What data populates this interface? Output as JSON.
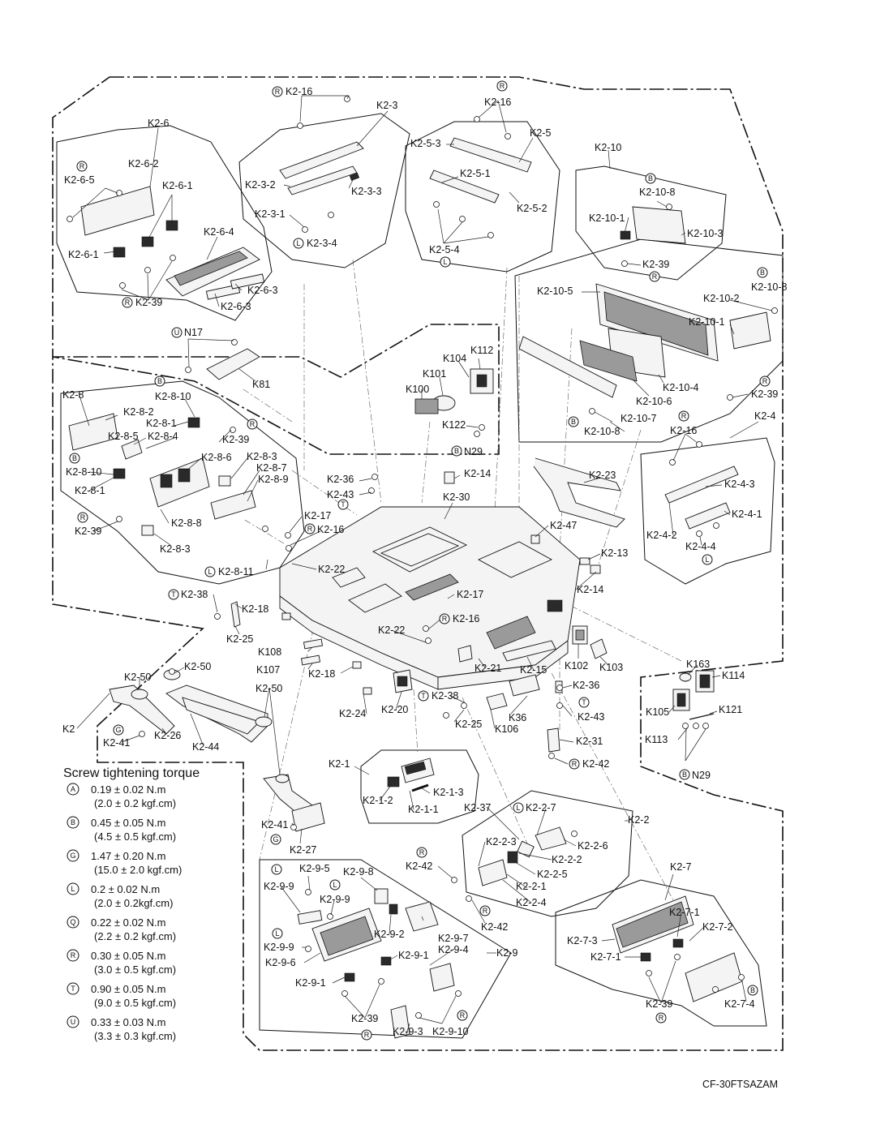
{
  "model_code": "CF-30FTSAZAM",
  "torque_legend": {
    "title": "Screw tightening torque",
    "items": [
      {
        "code": "A",
        "nm": "0.19 ± 0.02 N.m",
        "kgf": "(2.0 ± 0.2 kgf.cm)"
      },
      {
        "code": "B",
        "nm": "0.45 ± 0.05 N.m",
        "kgf": "(4.5 ± 0.5 kgf.cm)"
      },
      {
        "code": "G",
        "nm": "1.47 ± 0.20 N.m",
        "kgf": "(15.0 ± 2.0 kgf.cm)"
      },
      {
        "code": "L",
        "nm": "0.2 ± 0.02 N.m",
        "kgf": "(2.0 ± 0.2kgf.cm)"
      },
      {
        "code": "Q",
        "nm": "0.22 ± 0.02 N.m",
        "kgf": "(2.2 ± 0.2 kgf.cm)"
      },
      {
        "code": "R",
        "nm": "0.30 ± 0.05 N.m",
        "kgf": "(3.0 ± 0.5 kgf.cm)"
      },
      {
        "code": "T",
        "nm": "0.90 ± 0.05 N.m",
        "kgf": "(9.0 ± 0.5 kgf.cm)"
      },
      {
        "code": "U",
        "nm": "0.33 ± 0.03 N.m",
        "kgf": "(3.3 ± 0.3 kgf.cm)"
      }
    ]
  },
  "labels": [
    "K2-16",
    "K2-3",
    "K2-16",
    "K2-6",
    "K2-5",
    "K2-5-3",
    "K2-10",
    "K2-6-2",
    "K2-6-5",
    "K2-6-1",
    "K2-3-2",
    "K2-3-3",
    "K2-5-1",
    "K2-10-8",
    "K2-3-1",
    "K2-5-2",
    "K2-10-1",
    "K2-6-4",
    "K2-10-3",
    "K2-3-4",
    "K2-5-4",
    "K2-6-1",
    "K2-39",
    "K2-10-8",
    "K2-6-3",
    "K2-10-5",
    "K2-10-2",
    "K2-39",
    "K2-6-3",
    "K2-10-1",
    "N17",
    "K112",
    "K104",
    "K101",
    "K81",
    "K100",
    "K2-10-4",
    "K2-39",
    "K2-8",
    "K2-8-10",
    "K2-10-6",
    "K2-8-2",
    "K2-8-1",
    "K122",
    "K2-10-7",
    "K2-4",
    "K2-8-5",
    "K2-8-4",
    "K2-39",
    "K2-10-8",
    "K2-16",
    "N29",
    "K2-8-10",
    "K2-8-6",
    "K2-8-3",
    "K2-8-7",
    "K2-8-9",
    "K2-36",
    "K2-14",
    "K2-23",
    "K2-8-1",
    "K2-43",
    "K2-30",
    "K2-4-3",
    "K2-39",
    "K2-17",
    "K2-4-1",
    "K2-8-8",
    "K2-16",
    "K2-47",
    "K2-4-2",
    "K2-8-3",
    "K2-4-4",
    "K2-13",
    "K2-8-11",
    "K2-22",
    "K2-38",
    "K2-17",
    "K2-14",
    "K2-18",
    "K2-16",
    "K2-25",
    "K2-22",
    "K108",
    "K107",
    "K2-18",
    "K2-21",
    "K2-15",
    "K102",
    "K103",
    "K163",
    "K2-50",
    "K2-50",
    "K114",
    "K2-50",
    "K2-36",
    "K2-38",
    "K105",
    "K121",
    "K2-24",
    "K2-20",
    "K36",
    "K2-43",
    "K2",
    "K2-26",
    "K2-25",
    "K106",
    "K2-41",
    "K2-44",
    "K113",
    "K2-31",
    "K2-42",
    "N29",
    "K2-1",
    "K2-1-3",
    "K2-1-2",
    "K2-1-1",
    "K2-37",
    "K2-2-7",
    "K2-2",
    "K2-41",
    "K2-2-6",
    "K2-27",
    "K2-2-3",
    "K2-2-2",
    "K2-42",
    "K2-9-5",
    "K2-9-8",
    "K2-2-5",
    "K2-7",
    "K2-9-9",
    "K2-2-1",
    "K2-9-9",
    "K2-2-4",
    "K2-7-1",
    "K2-42",
    "K2-9-7",
    "K2-7-2",
    "K2-9-9",
    "K2-9-2",
    "K2-7-3",
    "K2-9-4",
    "K2-9",
    "K2-9-6",
    "K2-9-1",
    "K2-7-1",
    "K2-9-1",
    "K2-39",
    "K2-7-4",
    "K2-39",
    "K2-9-3",
    "K2-9-10"
  ]
}
